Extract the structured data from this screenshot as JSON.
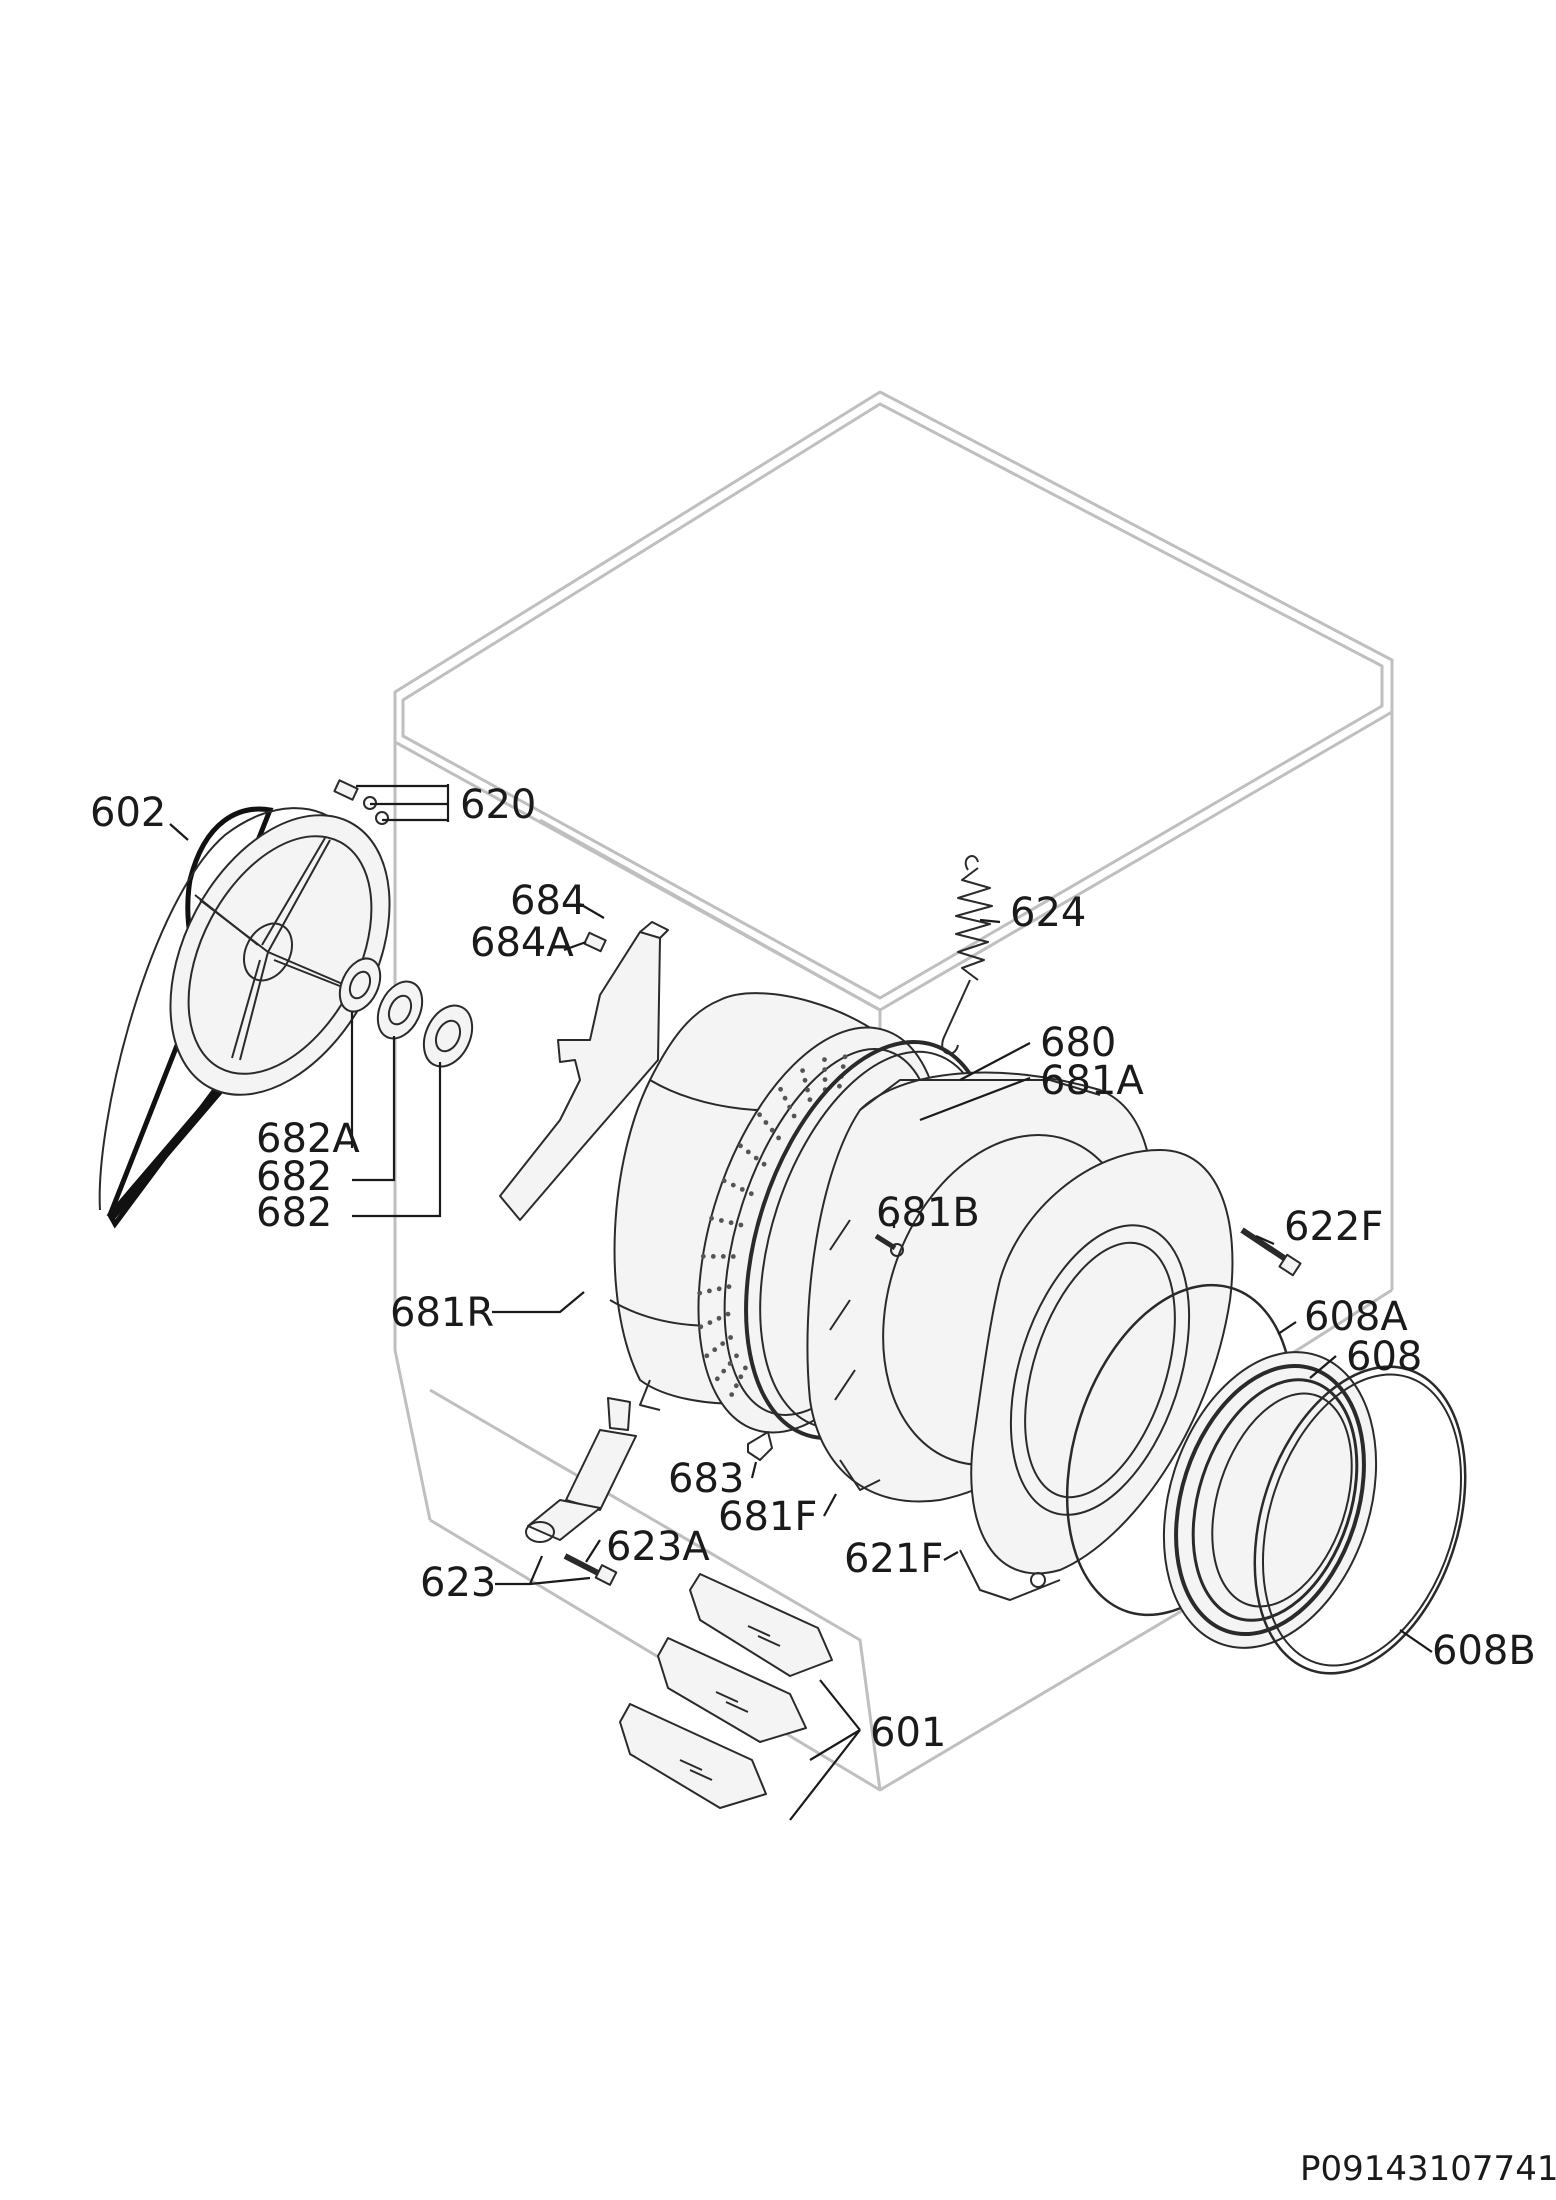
{
  "document_id": "P09143107741",
  "labels": {
    "l602": "602",
    "l620": "620",
    "l684": "684",
    "l684A": "684A",
    "l624": "624",
    "l680": "680",
    "l681A": "681A",
    "l682A": "682A",
    "l682a": "682",
    "l682b": "682",
    "l681B": "681B",
    "l622F": "622F",
    "l681R": "681R",
    "l608A": "608A",
    "l608": "608",
    "l683": "683",
    "l681F": "681F",
    "l621F": "621F",
    "l623": "623",
    "l623A": "623A",
    "l608B": "608B",
    "l601": "601"
  }
}
